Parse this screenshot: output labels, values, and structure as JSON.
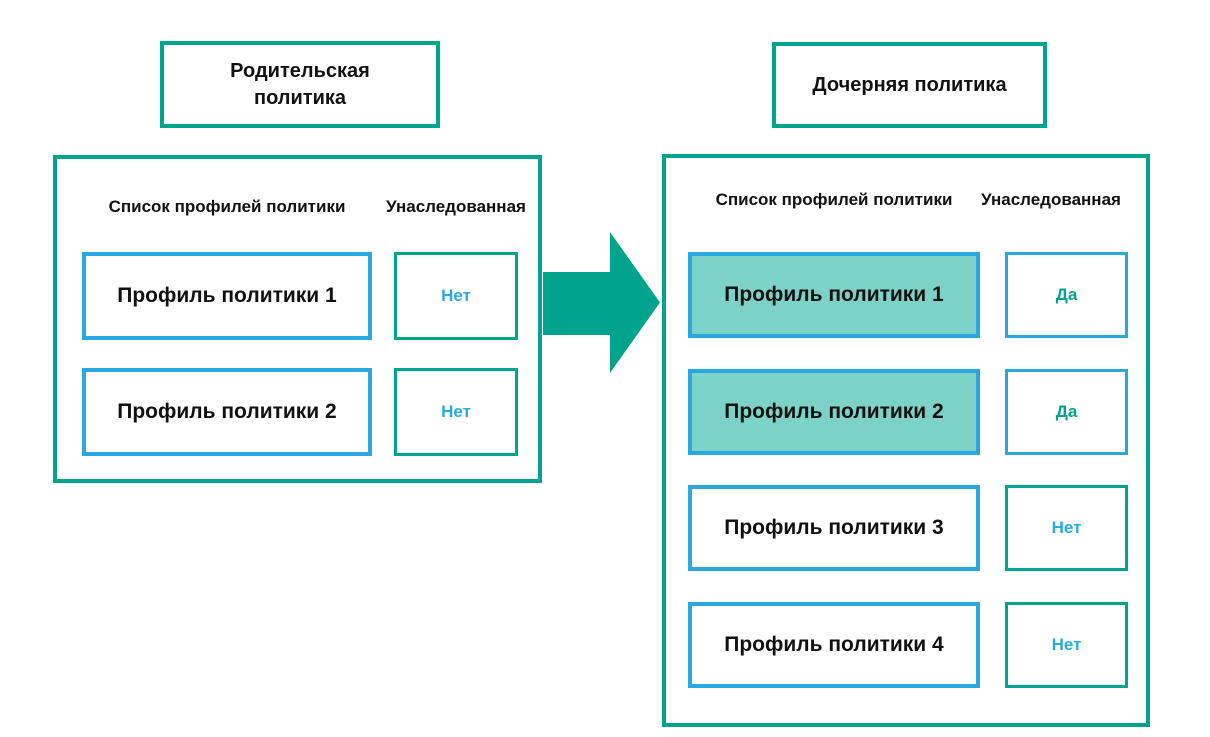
{
  "colors": {
    "teal": "#00A38C",
    "blue": "#29A8DF",
    "highlight": "#7DD2C7",
    "textblue": "#29ABE2"
  },
  "parent_panel": {
    "title": "Родительская политика",
    "profiles_header": "Список профилей политики",
    "inherited_header": "Унаследованная",
    "rows": [
      {
        "profile": "Профиль политики 1",
        "inherited": "Нет",
        "highlighted": false
      },
      {
        "profile": "Профиль политики 2",
        "inherited": "Нет",
        "highlighted": false
      }
    ]
  },
  "child_panel": {
    "title": "Дочерняя политика",
    "profiles_header": "Список профилей политики",
    "inherited_header": "Унаследованная",
    "rows": [
      {
        "profile": "Профиль политики 1",
        "inherited": "Да",
        "highlighted": true
      },
      {
        "profile": "Профиль политики 2",
        "inherited": "Да",
        "highlighted": true
      },
      {
        "profile": "Профиль политики 3",
        "inherited": "Нет",
        "highlighted": false
      },
      {
        "profile": "Профиль политики 4",
        "inherited": "Нет",
        "highlighted": false
      }
    ]
  },
  "arrow": {
    "name": "inheritance-arrow",
    "direction": "right"
  }
}
